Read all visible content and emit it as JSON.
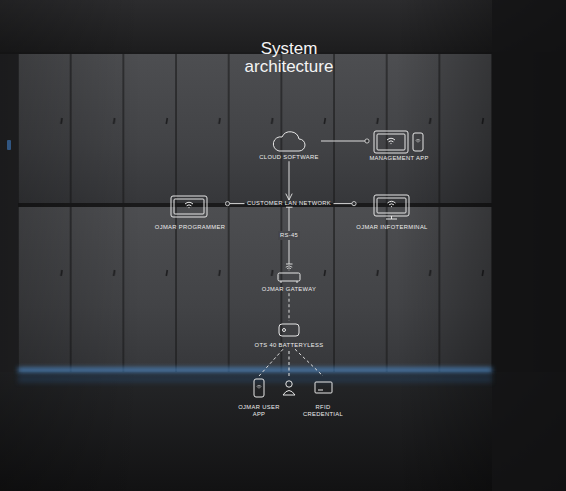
{
  "diagram": {
    "title": "System architecture",
    "nodes": [
      {
        "text": [
          "CLOUD SOFTWARE"
        ]
      },
      {
        "text": [
          "MANAGEMENT APP"
        ]
      },
      {
        "text": [
          "OJMAR PROGRAMMER"
        ]
      },
      {
        "text": [
          "CUSTOMER LAN NETWORK"
        ]
      },
      {
        "text": [
          "OJMAR INFOTERMINAL"
        ]
      },
      {
        "text": [
          "OJMAR GATEWAY"
        ]
      },
      {
        "text": [
          "OTS 40 BATTERYLESS"
        ]
      },
      {
        "text": [
          "OJMAR USER APP"
        ]
      },
      {
        "text": [
          "RFID CREDENTIAL"
        ]
      }
    ],
    "edges": [
      {
        "from": 0,
        "to": 1,
        "arrow": "none"
      },
      {
        "from": 0,
        "to": 3,
        "arrow": "to"
      },
      {
        "from": 2,
        "to": 3,
        "arrow": "none"
      },
      {
        "from": 3,
        "to": 4,
        "arrow": "none"
      },
      {
        "from": 3,
        "to": 5,
        "label": "RS-45",
        "arrow": "none"
      },
      {
        "from": 5,
        "to": 6,
        "arrow": "none"
      },
      {
        "from": 6,
        "to": 7,
        "arrow": "none"
      },
      {
        "from": 6,
        "to": 8,
        "arrow": "none"
      }
    ]
  }
}
